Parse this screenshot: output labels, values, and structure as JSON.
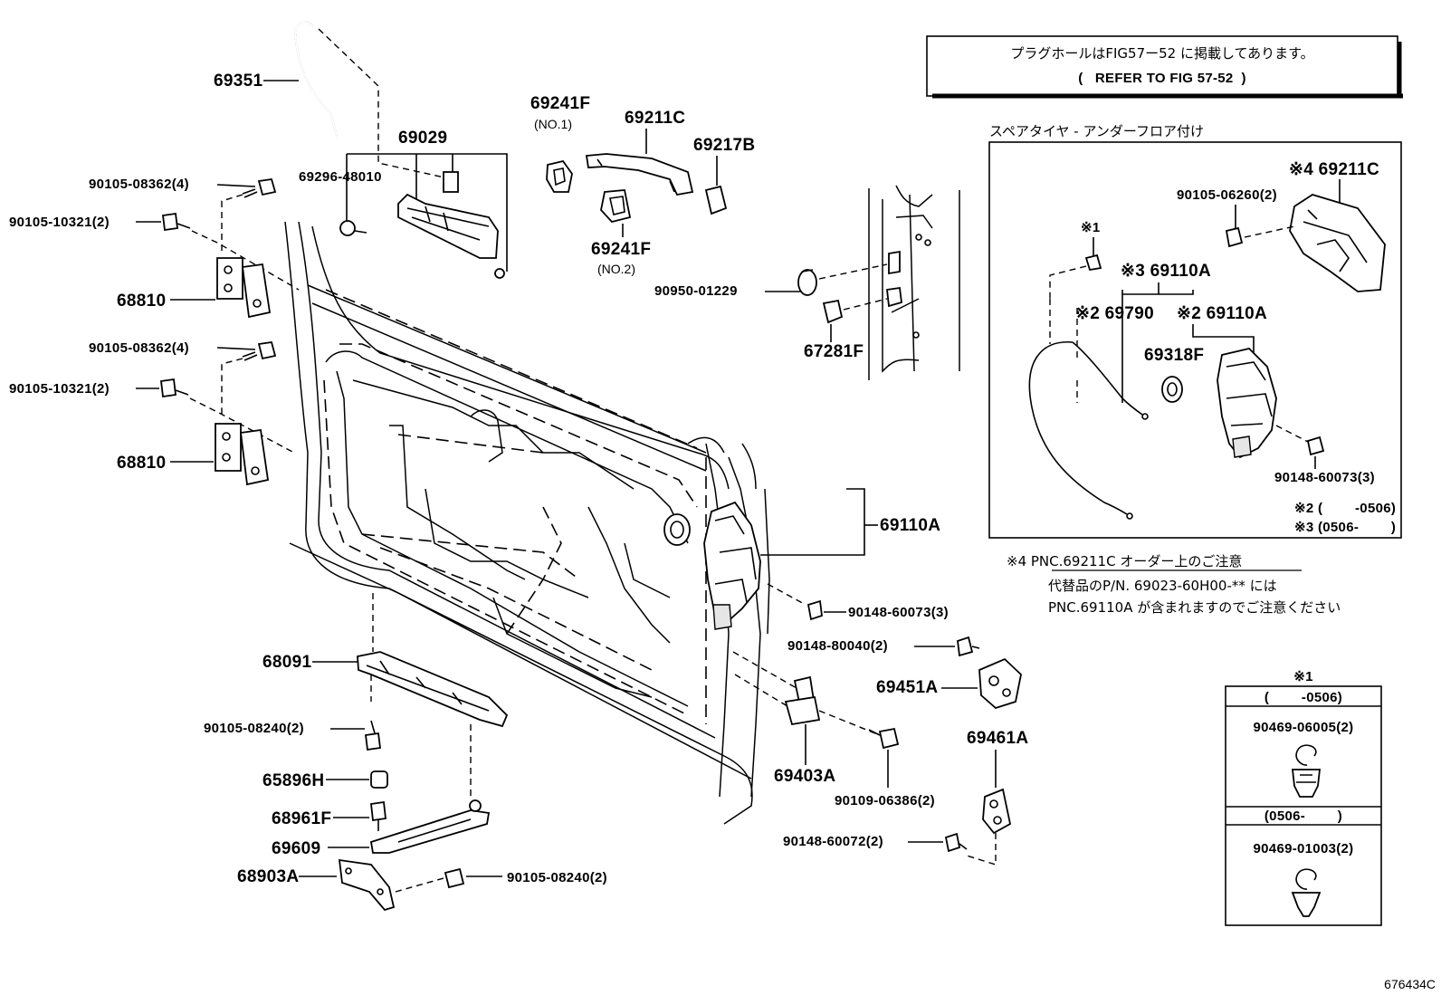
{
  "notice": {
    "line1": "プラグホールはFIG57ー52 に掲載してあります。",
    "line2": "(   REFER TO FIG 57-52  )"
  },
  "labels": {
    "p69351": "69351",
    "p69029": "69029",
    "p69296": "69296-48010",
    "b9010508362a": "90105-08362(4)",
    "b9010510321a": "90105-10321(2)",
    "h68810a": "68810",
    "b9010508362b": "90105-08362(4)",
    "b9010510321b": "90105-10321(2)",
    "h68810b": "68810",
    "p69241f1": "69241F",
    "p69241f1sub": "(NO.1)",
    "p69211c": "69211C",
    "p69217b": "69217B",
    "p69241f2": "69241F",
    "p69241f2sub": "(NO.2)",
    "p90950": "90950-01229",
    "p67281f": "67281F",
    "p69110a": "69110A",
    "b9014860073": "90148-60073(3)",
    "b9014880040": "90148-80040(2)",
    "p69451a": "69451A",
    "p69403a": "69403A",
    "b9010906386": "90109-06386(2)",
    "p69461a": "69461A",
    "b9014860072": "90148-60072(2)",
    "p68091": "68091",
    "b9010508240a": "90105-08240(2)",
    "p65896h": "65896H",
    "p68961f": "68961F",
    "p69609": "69609",
    "p68903a": "68903A",
    "b9010508240b": "90105-08240(2)"
  },
  "inset": {
    "title": "スペアタイヤ - アンダーフロア付け",
    "m4_69211c": "※4 69211C",
    "b9010506260": "90105-06260(2)",
    "m1": "※1",
    "m3_69110a": "※3 69110A",
    "m2_69790": "※2 69790",
    "m2_69110a": "※2 69110A",
    "p69318f": "69318F",
    "b9014860073": "90148-60073(3)",
    "note2": "※2 (        -0506)",
    "note3": "※3 (0506-        )"
  },
  "note4": {
    "line1": "※4  PNC.69211C オーダー上のご注意",
    "line2": "代替品のP/N. 69023-60H00-** には",
    "line3": "PNC.69110A  が含まれますのでご注意ください"
  },
  "clipbox": {
    "header": "※1",
    "range1": "(        -0506)",
    "part1": "90469-06005(2)",
    "range2": "(0506-        )",
    "part2": "90469-01003(2)"
  },
  "figure_id": "676434C"
}
